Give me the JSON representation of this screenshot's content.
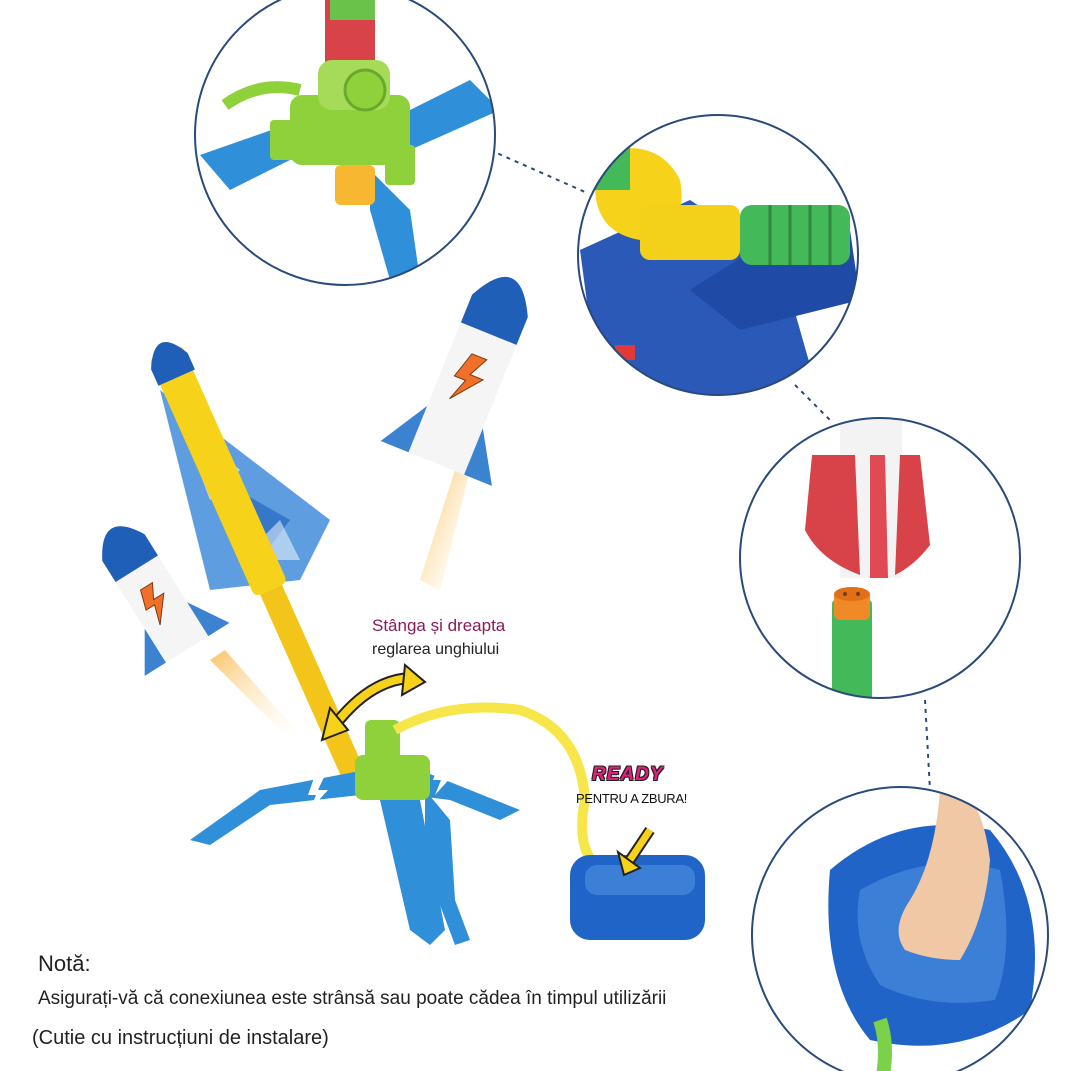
{
  "annotation": {
    "angle_title": "Stânga și dreapta",
    "angle_subtitle": "reglarea unghiului"
  },
  "pump_badge": {
    "ready": "READY",
    "subtitle": "PENTRU A ZBURA!"
  },
  "note": {
    "title": "Notă:",
    "body": "Asigurați-vă că conexiunea este strânsă sau poate cădea în timpul utilizării",
    "instructions": "(Cutie cu instrucțiuni de instalare)"
  },
  "colors": {
    "rocket_blue": "#1f5fb8",
    "rocket_yellow": "#f7d21b",
    "launcher_green": "#8ed13a",
    "stand_blue": "#2f8fd8",
    "flame_orange": "#f0a040",
    "fin_red": "#d83a44",
    "circle_border": "#2a4a7a"
  },
  "icons": [
    "rocket-icon",
    "lightning-icon",
    "angle-arrow-icon",
    "foot-pump-icon"
  ]
}
